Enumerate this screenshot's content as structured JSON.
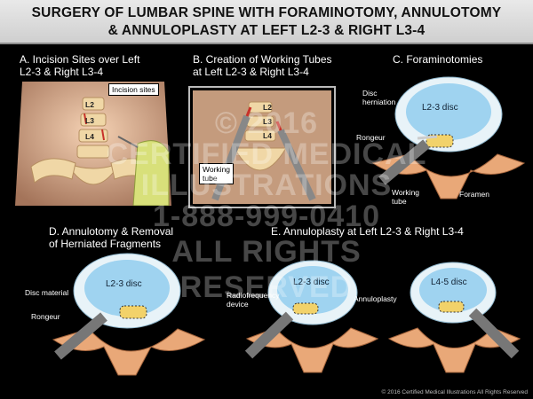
{
  "title": {
    "line1": "SURGERY OF LUMBAR SPINE WITH FORAMINOTOMY, ANNULOTOMY",
    "line2": "& ANNULOPLASTY AT LEFT L2-3 & RIGHT L3-4"
  },
  "panels": {
    "a": {
      "label": "A. Incision Sites over Left\n     L2-3 & Right L3-4",
      "callout": "Incision sites",
      "levels": [
        "L2",
        "L3",
        "L4"
      ]
    },
    "b": {
      "label": "B. Creation of Working Tubes\n     at Left L2-3 & Right L3-4",
      "callout": "Working\ntube",
      "levels": [
        "L2",
        "L3",
        "L4"
      ]
    },
    "c": {
      "label": "C. Foraminotomies",
      "disc_label": "L2-3 disc",
      "callouts": {
        "herniation": "Disc\nherniation",
        "rongeur": "Rongeur",
        "working_tube": "Working\ntube",
        "foramen": "Foramen"
      }
    },
    "d": {
      "label": "D. Annulotomy & Removal\n     of Herniated Fragments",
      "disc_label": "L2-3 disc",
      "callouts": {
        "disc_material": "Disc material",
        "rongeur": "Rongeur"
      }
    },
    "e": {
      "label": "E. Annuloplasty at Left L2-3 & Right L3-4",
      "disc_labels": [
        "L2-3 disc",
        "L4-5 disc"
      ],
      "callouts": {
        "rf_device": "Radiofrequency\ndevice",
        "annuloplasty": "Annuloplasty"
      }
    }
  },
  "watermark": {
    "line1": "© 2016",
    "line2": "CERTIFIED MEDICAL",
    "line3": "ILLUSTRATIONS",
    "line4": "1-888-999-0410",
    "line5": "ALL RIGHTS",
    "line6": "RESERVED"
  },
  "copyright": "© 2016 Certified Medical Illustrations All Rights Reserved",
  "colors": {
    "disc": "#9fd3f0",
    "annulus": "#e8f3f8",
    "bone": "#e9a878",
    "skin": "#f2c9a8",
    "incision": "#c8312a"
  }
}
